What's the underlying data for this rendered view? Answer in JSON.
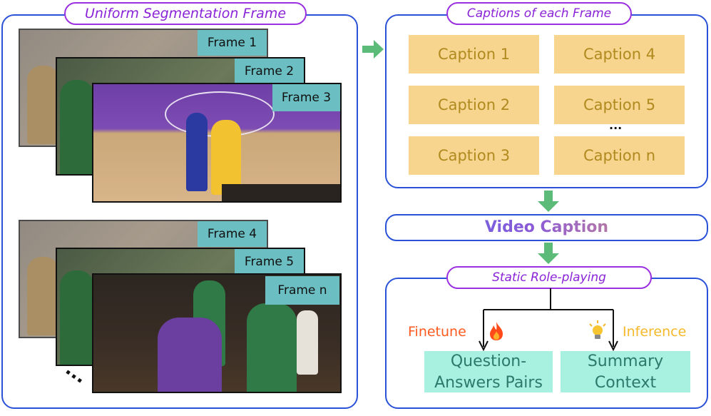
{
  "left_panel": {
    "title": "Uniform Segmentation Frame",
    "group1_frames": [
      "Frame 1",
      "Frame 2",
      "Frame 3"
    ],
    "group2_frames": [
      "Frame 4",
      "Frame 5",
      "Frame n"
    ],
    "ellipsis": "..."
  },
  "captions_panel": {
    "title": "Captions of each Frame",
    "left_column": [
      "Caption 1",
      "Caption 2",
      "Caption 3"
    ],
    "right_column": [
      "Caption 4",
      "Caption 5",
      "Caption n"
    ],
    "ellipsis": "..."
  },
  "video_caption": {
    "label": "Video Caption"
  },
  "roleplay_panel": {
    "title": "Static Role-playing",
    "finetune_label": "Finetune",
    "inference_label": "Inference",
    "left_box": [
      "Question-",
      "Answers Pairs"
    ],
    "right_box": [
      "Summary",
      "Context"
    ]
  },
  "colors": {
    "panel_border": "#2a52d8",
    "title_purple": "#8a22d8",
    "frame_label_bg": "#6bbfc3",
    "caption_bg": "#f7d58e",
    "caption_text": "#b08a1e",
    "arrow_green": "#5dbb7a",
    "finetune_orange": "#ff5a1f",
    "inference_yellow": "#f5b82a",
    "teal_box": "#a8f0df"
  },
  "icons": [
    "fire-icon",
    "lightbulb-icon",
    "right-arrow-icon",
    "down-arrow-icon"
  ]
}
